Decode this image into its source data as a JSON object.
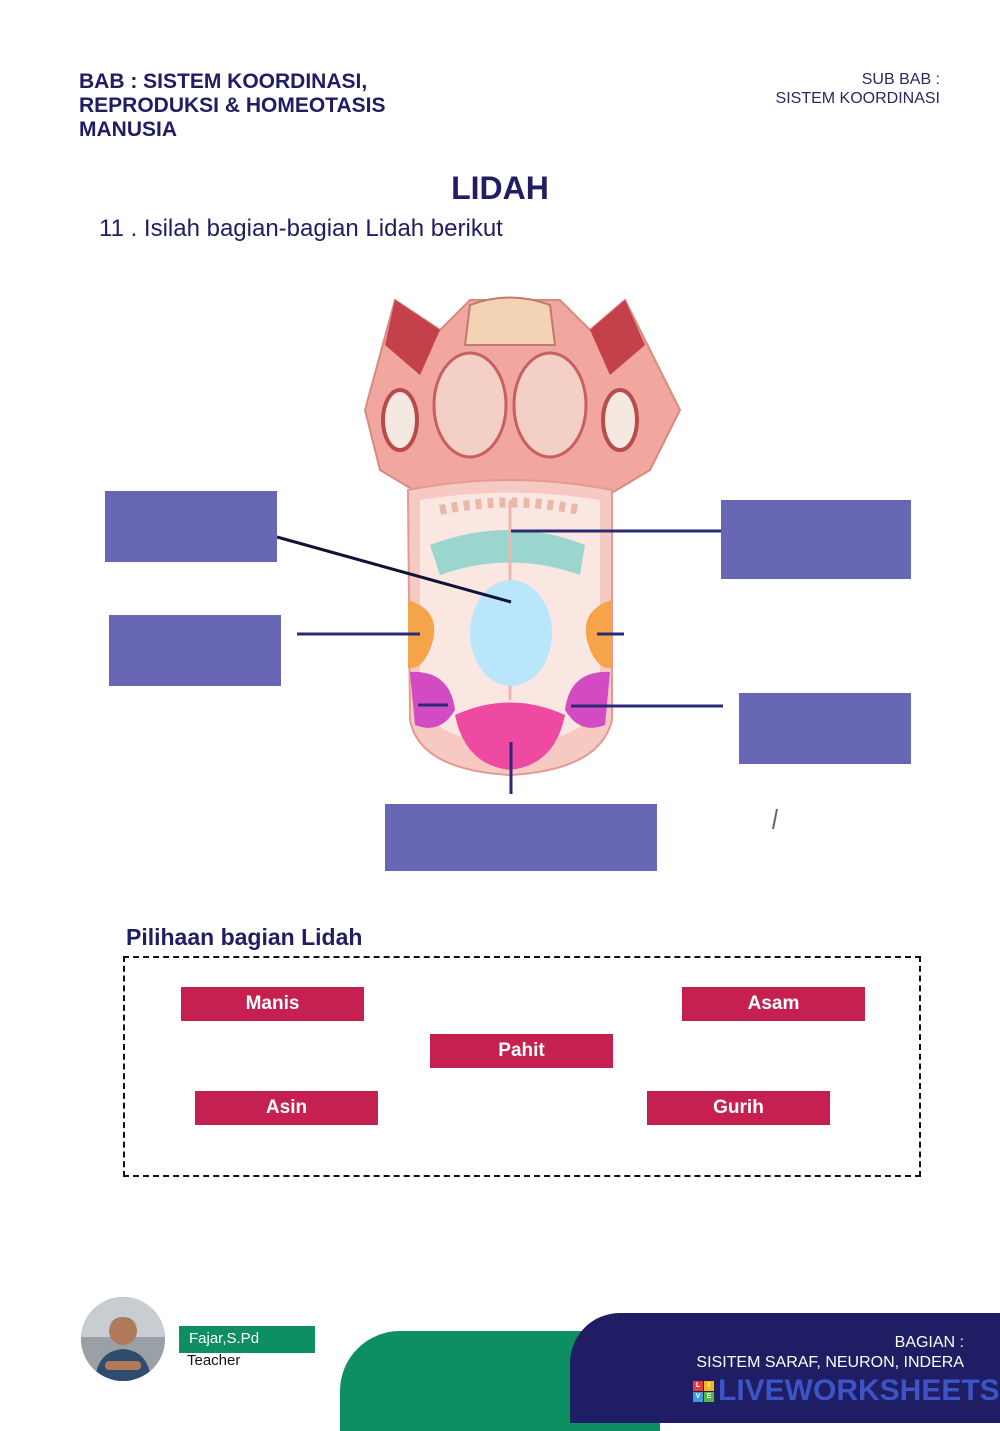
{
  "header": {
    "bab": "BAB : SISTEM KOORDINASI,\nREPRODUKSI & HOMEOTASIS\nMANUSIA",
    "subbab_label": "SUB BAB :",
    "subbab_value": "SISTEM KOORDINASI"
  },
  "title": "LIDAH",
  "instruction": "11 . Isilah bagian-bagian Lidah berikut",
  "choices": {
    "title": "Pilihaan bagian Lidah",
    "items": [
      "Manis",
      "Asam",
      "Pahit",
      "Asin",
      "Gurih"
    ]
  },
  "footer": {
    "teacher_name": "Fajar,S.Pd",
    "teacher_role": "Teacher",
    "bagian_label": "BAGIAN :",
    "bagian_value": "SISITEM SARAF, NEURON, INDERA",
    "brand": "LIVEWORKSHEETS",
    "brand_letters": [
      "L",
      "I",
      "V",
      "E"
    ]
  },
  "colors": {
    "navy": "#1f1d63",
    "drop_box": "#6767b5",
    "chip": "#c5204f",
    "green": "#0e8f62"
  }
}
